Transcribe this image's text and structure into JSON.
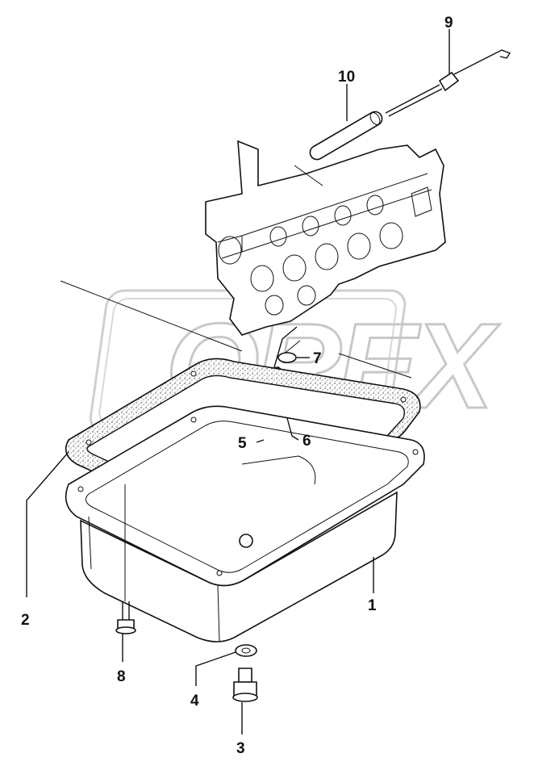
{
  "diagram": {
    "watermark": "OREX",
    "callouts": [
      {
        "id": "1",
        "label": "1"
      },
      {
        "id": "2",
        "label": "2"
      },
      {
        "id": "3",
        "label": "3"
      },
      {
        "id": "4",
        "label": "4"
      },
      {
        "id": "5",
        "label": "5"
      },
      {
        "id": "6",
        "label": "6"
      },
      {
        "id": "7",
        "label": "7"
      },
      {
        "id": "8",
        "label": "8"
      },
      {
        "id": "9",
        "label": "9"
      },
      {
        "id": "10",
        "label": "10"
      }
    ]
  }
}
